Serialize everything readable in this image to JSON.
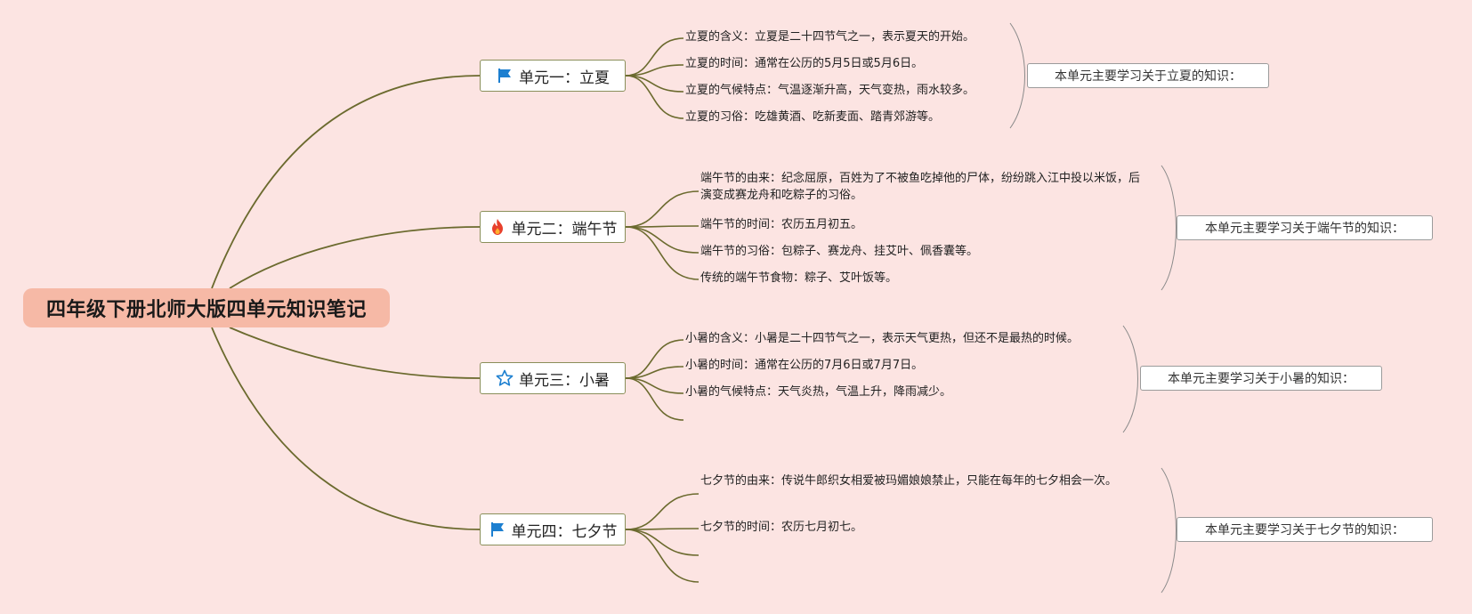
{
  "root": {
    "title": "四年级下册北师大版四单元知识笔记"
  },
  "colors": {
    "background": "#fce4e2",
    "root_fill": "#f6b9a6",
    "branch_line": "#6b6a2e",
    "bracket_line": "#8a8a8a"
  },
  "units": [
    {
      "label": "单元一：立夏",
      "icon": "blue-flag-icon",
      "items": [
        "立夏的含义：立夏是二十四节气之一，表示夏天的开始。",
        "立夏的时间：通常在公历的5月5日或5月6日。",
        "立夏的气候特点：气温逐渐升高，天气变热，雨水较多。",
        "立夏的习俗：吃雄黄酒、吃新麦面、踏青郊游等。"
      ],
      "summary": "本单元主要学习关于立夏的知识："
    },
    {
      "label": "单元二：端午节",
      "icon": "fire-icon",
      "items": [
        "端午节的由来：纪念屈原，百姓为了不被鱼吃掉他的尸体，纷纷跳入江中投以米饭，后演变成赛龙舟和吃粽子的习俗。",
        "端午节的时间：农历五月初五。",
        "端午节的习俗：包粽子、赛龙舟、挂艾叶、佩香囊等。",
        "传统的端午节食物：粽子、艾叶饭等。"
      ],
      "summary": "本单元主要学习关于端午节的知识："
    },
    {
      "label": "单元三：小暑",
      "icon": "star-outline-icon",
      "items": [
        "小暑的含义：小暑是二十四节气之一，表示天气更热，但还不是最热的时候。",
        "小暑的时间：通常在公历的7月6日或7月7日。",
        "小暑的气候特点：天气炎热，气温上升，降雨减少。",
        ""
      ],
      "summary": "本单元主要学习关于小暑的知识："
    },
    {
      "label": "单元四：七夕节",
      "icon": "blue-flag-icon",
      "items": [
        "七夕节的由来：传说牛郎织女相爱被玛媚娘娘禁止，只能在每年的七夕相会一次。",
        "七夕节的时间：农历七月初七。",
        "",
        ""
      ],
      "summary": "本单元主要学习关于七夕节的知识："
    }
  ]
}
